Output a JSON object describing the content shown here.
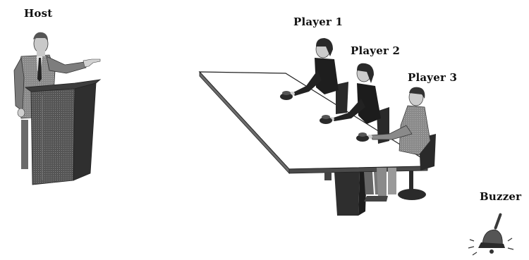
{
  "labels": {
    "host": "Host",
    "player1": "Player 1",
    "player2": "Player 2",
    "player3": "Player 3",
    "buzzer": "Buzzer"
  },
  "colors": {
    "ink": "#111111",
    "suit_dark": "#3d3d3d",
    "suit_mid": "#6b6b6b",
    "suit_light": "#9a9a9a",
    "table_top": "#ffffff",
    "table_edge": "#5a5a5a"
  },
  "icons": [
    "host-figure",
    "podium",
    "table",
    "player-figure",
    "chair",
    "buzzer-button",
    "hand-bell-icon"
  ]
}
